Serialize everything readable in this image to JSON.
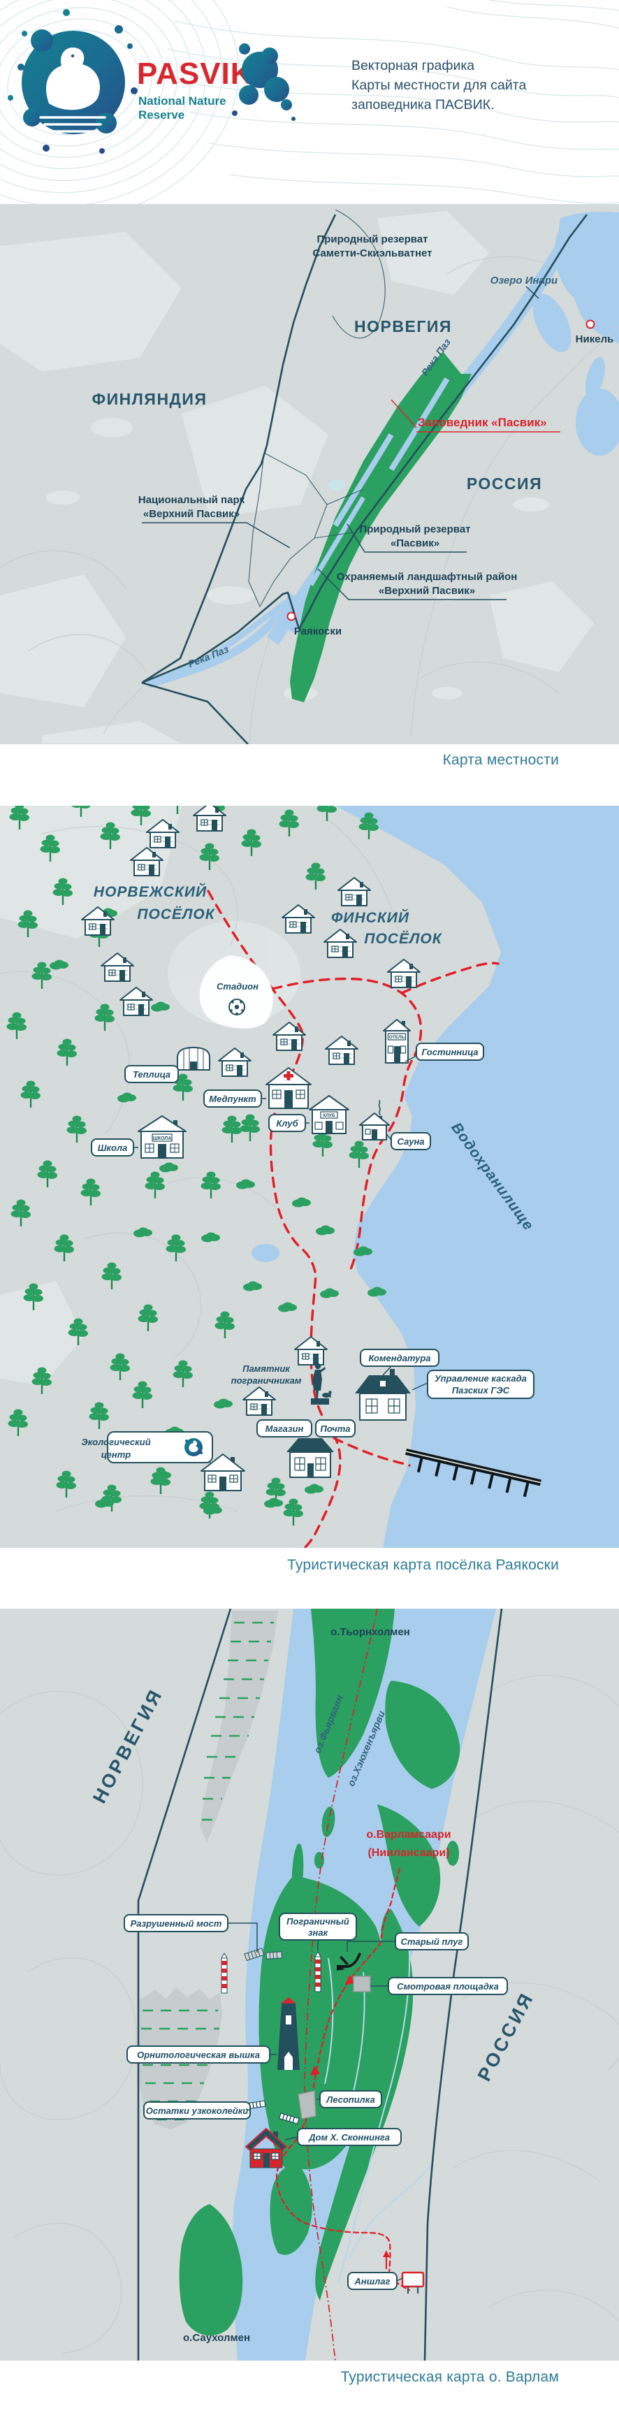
{
  "colors": {
    "navy": "#24505e",
    "red": "#d6252c",
    "green": "#2aa061",
    "water": "#a9cdec",
    "land": "#d5dadb",
    "caption_teal": "#2e7b97",
    "brand_red": "#d7282f",
    "brand_teal": "#17808f"
  },
  "header": {
    "brand": "PASVIK",
    "brand_sub": [
      "National Nature",
      "Reserve"
    ],
    "desc": [
      "Векторная графика",
      "Карты местности для сайта",
      "заповедника ПАСВИК."
    ]
  },
  "map1": {
    "caption": "Карта местности",
    "countries": {
      "norway": "НОРВЕГИЯ",
      "finland": "ФИНЛЯНДИЯ",
      "russia": "РОССИЯ"
    },
    "labels": {
      "sametti": [
        "Природный резерват",
        "Саметти-Скиэльватнет"
      ],
      "inari": "Озеро Инари",
      "nikel": "Никель",
      "reserve": "Заповедник «Пасвик»",
      "national_park": [
        "Национальный парк",
        "«Верхний Пасвик»"
      ],
      "nature_reserve": [
        "Природный резерват",
        "«Пасвик»"
      ],
      "landscape": [
        "Охраняемый ландшафтный район",
        "«Верхний Пасвик»"
      ],
      "rajakoski": "Раякоски",
      "river": "Река Паз"
    }
  },
  "map2": {
    "caption": "Туристическая карта посёлка Раякоски",
    "areas": {
      "norwegian": [
        "НОРВЕЖСКИЙ",
        "ПОСЁЛОК"
      ],
      "finnish": [
        "ФИНСКИЙ",
        "ПОСЁЛОК"
      ],
      "stadium": "Стадион",
      "reservoir": "Водохранилище",
      "monument": [
        "Памятник",
        "пограничникам"
      ]
    },
    "pois": {
      "greenhouse": "Теплица",
      "hotel": "Гостинница",
      "hotel_sign": "ОТЕЛЬ",
      "medpoint": "Медпункт",
      "club": "Клуб",
      "club_sign": "КЛУБ",
      "school": "Школа",
      "school_sign": "ШКОЛА",
      "sauna": "Сауна",
      "kommandatura": "Комендатура",
      "hpp": [
        "Управление каскада",
        "Пазских ГЭС"
      ],
      "shop": "Магазин",
      "post": "Почта",
      "eco": [
        "Экологический",
        "центр"
      ]
    }
  },
  "map3": {
    "caption": "Туристическая карта о. Варлам",
    "countries": {
      "norway": "НОРВЕГИЯ",
      "russia": "РОССИЯ"
    },
    "places": {
      "tjornholmen": "о.Тьорнхолмен",
      "varlamsaari": [
        "о.Варламсаари",
        "(Ниилансаари)"
      ],
      "sauholmen": "о.Саухолмен",
      "fjarvann": "оз.Фьярванн",
      "hoyhenjarvi": "оз.Хэюхенъярви"
    },
    "pois": {
      "bridge": "Разрушенный мост",
      "border_sign": [
        "Пограничный",
        "знак"
      ],
      "plow": "Старый плуг",
      "viewpoint": "Смотровая площадка",
      "tower": "Орнитологическая вышка",
      "railway": "Остатки узкоколейки",
      "sawmill": "Лесопилка",
      "house": "Дом Х. Сконнинга",
      "anshlag": "Аншлаг"
    }
  }
}
